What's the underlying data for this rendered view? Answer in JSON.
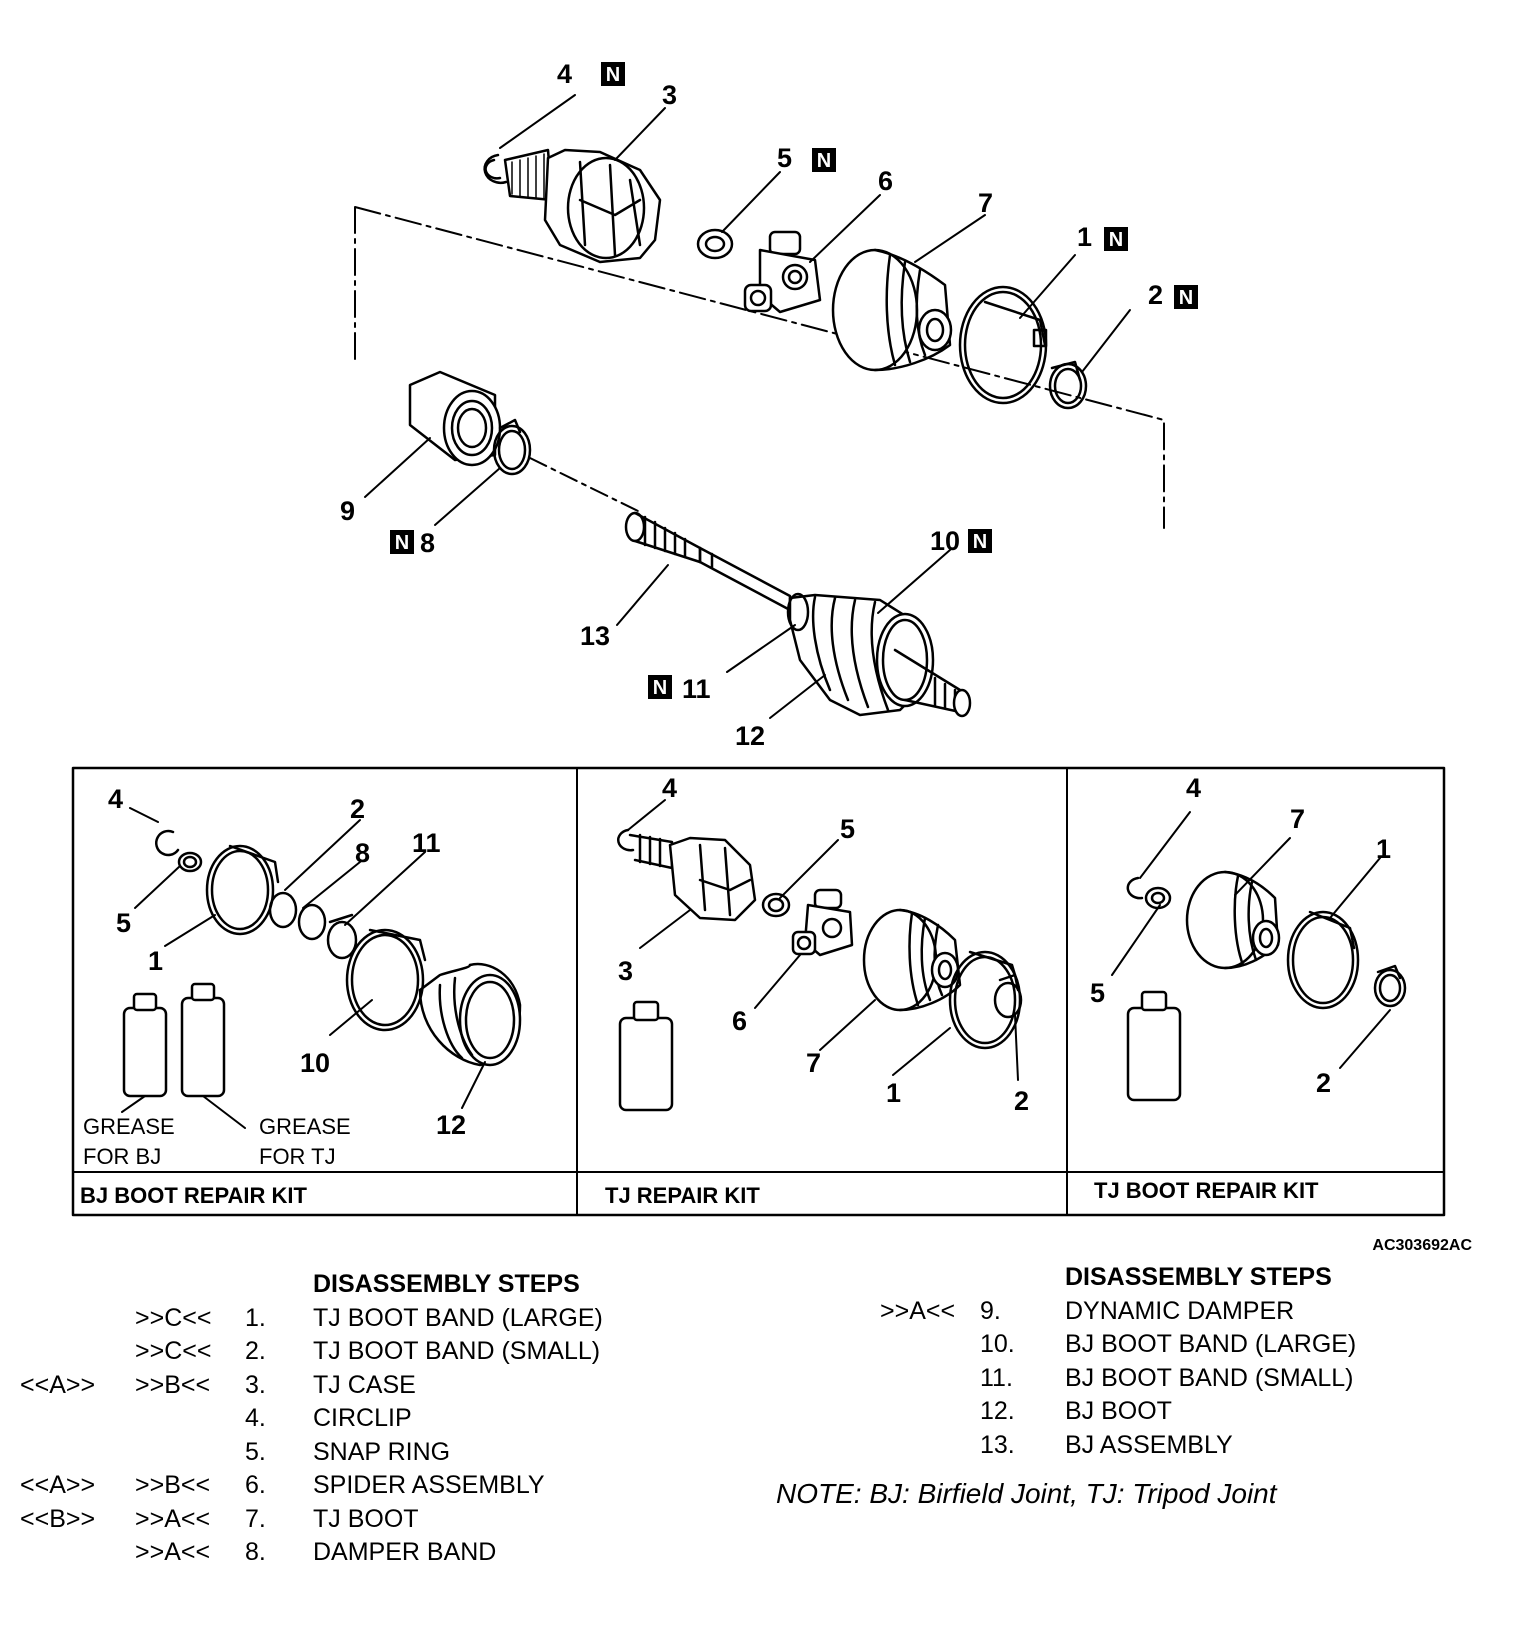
{
  "figure_id": "AC303692AC",
  "main_callouts": [
    {
      "id": "c4",
      "num": "4",
      "n": true
    },
    {
      "id": "c3",
      "num": "3",
      "n": false
    },
    {
      "id": "c5",
      "num": "5",
      "n": true
    },
    {
      "id": "c6",
      "num": "6",
      "n": false
    },
    {
      "id": "c7",
      "num": "7",
      "n": false
    },
    {
      "id": "c1",
      "num": "1",
      "n": true
    },
    {
      "id": "c2",
      "num": "2",
      "n": true
    },
    {
      "id": "c9",
      "num": "9",
      "n": false
    },
    {
      "id": "c8",
      "num": "8",
      "n": true
    },
    {
      "id": "c10",
      "num": "10",
      "n": true
    },
    {
      "id": "c13",
      "num": "13",
      "n": false
    },
    {
      "id": "c11",
      "num": "11",
      "n": true
    },
    {
      "id": "c12",
      "num": "12",
      "n": false
    }
  ],
  "n_mark": "N",
  "kits": [
    {
      "title": "BJ BOOT REPAIR KIT",
      "callouts": [
        "4",
        "2",
        "8",
        "11",
        "5",
        "1",
        "10",
        "12"
      ],
      "grease_bj": [
        "GREASE",
        "FOR BJ"
      ],
      "grease_tj": [
        "GREASE",
        "FOR TJ"
      ]
    },
    {
      "title": "TJ REPAIR KIT",
      "callouts": [
        "4",
        "5",
        "3",
        "6",
        "7",
        "1",
        "2"
      ]
    },
    {
      "title": "TJ BOOT REPAIR KIT",
      "callouts": [
        "4",
        "7",
        "1",
        "5",
        "2"
      ]
    }
  ],
  "steps_left": {
    "header": "DISASSEMBLY STEPS",
    "rows": [
      {
        "inst": "",
        "dis": ">>C<<",
        "num": "1.",
        "name": "TJ BOOT BAND (LARGE)"
      },
      {
        "inst": "",
        "dis": ">>C<<",
        "num": "2.",
        "name": "TJ BOOT BAND (SMALL)"
      },
      {
        "inst": "<<A>>",
        "dis": ">>B<<",
        "num": "3.",
        "name": "TJ CASE"
      },
      {
        "inst": "",
        "dis": "",
        "num": "4.",
        "name": "CIRCLIP"
      },
      {
        "inst": "",
        "dis": "",
        "num": "5.",
        "name": "SNAP RING"
      },
      {
        "inst": "<<A>>",
        "dis": ">>B<<",
        "num": "6.",
        "name": "SPIDER ASSEMBLY"
      },
      {
        "inst": "<<B>>",
        "dis": ">>A<<",
        "num": "7.",
        "name": "TJ BOOT"
      },
      {
        "inst": "",
        "dis": ">>A<<",
        "num": "8.",
        "name": "DAMPER BAND"
      }
    ]
  },
  "steps_right": {
    "header": "DISASSEMBLY STEPS",
    "rows": [
      {
        "dis": ">>A<<",
        "num": "9.",
        "name": "DYNAMIC DAMPER"
      },
      {
        "dis": "",
        "num": "10.",
        "name": "BJ BOOT BAND (LARGE)"
      },
      {
        "dis": "",
        "num": "11.",
        "name": "BJ BOOT BAND (SMALL)"
      },
      {
        "dis": "",
        "num": "12.",
        "name": "BJ BOOT"
      },
      {
        "dis": "",
        "num": "13.",
        "name": "BJ ASSEMBLY"
      }
    ]
  },
  "note": "NOTE: BJ: Birfield Joint, TJ: Tripod Joint"
}
